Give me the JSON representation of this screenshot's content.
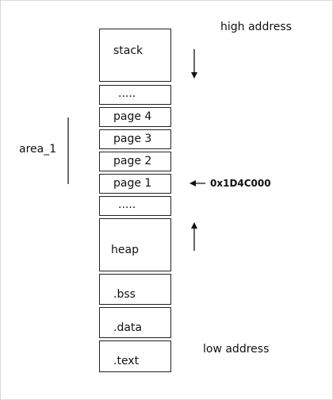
{
  "labels": {
    "high_address": "high address",
    "low_address": "low address",
    "area": "area_1",
    "page1_addr": "0x1D4C000"
  },
  "blocks": {
    "stack": "stack",
    "gap_top": ".....",
    "page4": "page 4",
    "page3": "page 3",
    "page2": "page 2",
    "page1": "page 1",
    "gap_bottom": ".....",
    "heap": "heap",
    "bss": ".bss",
    "data": ".data",
    "text": ".text"
  },
  "arrows": {
    "stack_growth": "down",
    "heap_growth": "up",
    "page1_pointer": "left"
  }
}
